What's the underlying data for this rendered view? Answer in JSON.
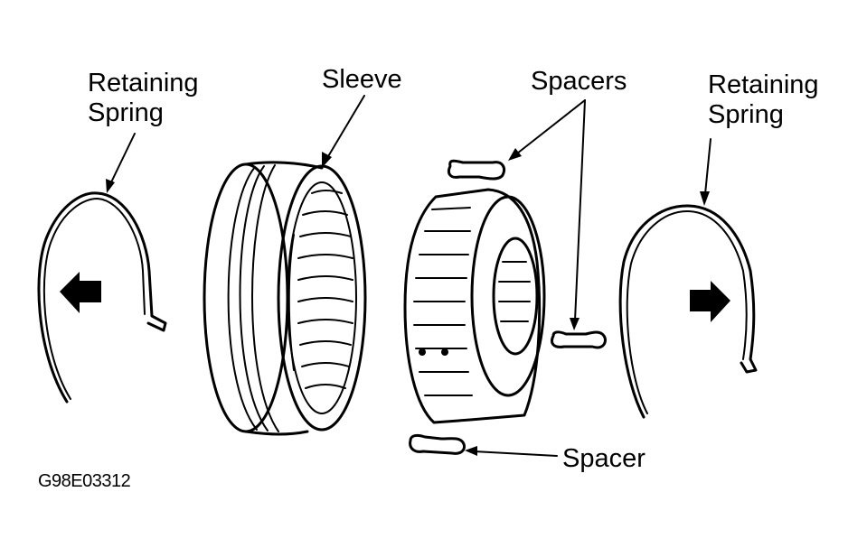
{
  "diagram": {
    "title": "Synchronizer assembly exploded view",
    "figure_id": "G98E03312",
    "colors": {
      "line": "#000000",
      "background": "#ffffff"
    },
    "labels": {
      "left_spring": "Retaining\nSpring",
      "sleeve": "Sleeve",
      "spacers": "Spacers",
      "right_spring": "Retaining\nSpring",
      "spacer": "Spacer"
    },
    "direction_arrows": {
      "left": "arrow-left",
      "right": "arrow-right"
    }
  }
}
